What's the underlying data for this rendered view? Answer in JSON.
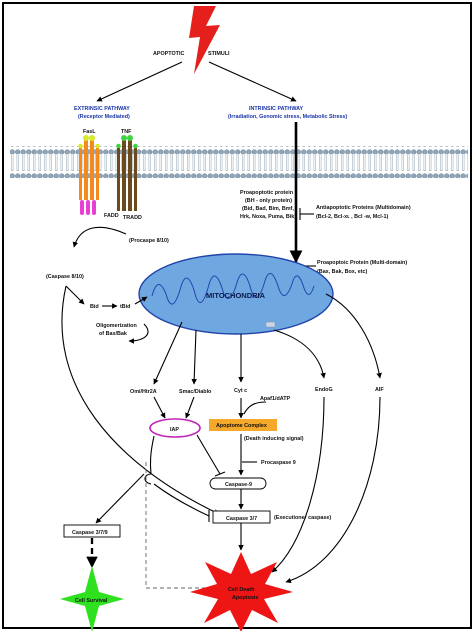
{
  "labels": {
    "apoptotic": "APOPTOTIC",
    "stimuli": "STIMULI",
    "extrinsic_title": "EXTRINSIC PATHWAY",
    "extrinsic_sub": "(Receptor Mediated)",
    "intrinsic_title": "INTRINSIC PATHWAY",
    "intrinsic_sub": "(Irradiation, Genomic stress, Metabolic Stress)",
    "fasl": "FasL",
    "tnf": "TNF",
    "fadd": "FADD",
    "tradd": "TRADD",
    "procaspase_8_10": "(Procaspe 8/10)",
    "caspase_8_10": "(Caspase 8/10)",
    "bid": "Bid",
    "tbid": "tBid",
    "oligomerization_1": "Oligomerization",
    "oligomerization_2": "of Bax/Bak",
    "proapoptotic_1": "Proapoptotic protein",
    "proapoptotic_2": "(BH - only protein)",
    "proapoptotic_3": "(Bid, Bad, Bim, Bmf,",
    "proapoptotic_4": "Hrk, Noxa, Puma, Bik)",
    "antiapoptotic_1": "Antiapoptotic Proteins (Multidomain)",
    "antiapoptotic_2": "(Bcl-2, Bcl-xʟ , Bcl -w, Mcl-1)",
    "proapoptotic_multi_1": "Proapoptoic Protein (Multi-domain)",
    "proapoptotic_multi_2": "(Bax, Bak, Box, etc)",
    "mitochondria": "MITOCHONDRIA",
    "omi": "Omi/Htr2A",
    "smac": "Smac/Diablo",
    "cytc": "Cyt c",
    "apaf": "Apaf1/dATP",
    "endog": "EndoG",
    "aif": "AIF",
    "iap": "IAP",
    "apoptome": "Apoptome Complex",
    "death_signal": "(Death inducing signal)",
    "procaspase_9": "Procaspase 9",
    "caspase_9": "Caspase-9",
    "caspase_37": "Caspase 3/7",
    "executioner": "(Executioner caspase)",
    "caspase_379": "Caspase 3/7/9",
    "cell_survival": "Cell Survival",
    "cell_death": "Cell Death",
    "apoptosis": "Apoptosis"
  },
  "colors": {
    "lightning": "#e5201c",
    "pathway_text": "#1a35a8",
    "membrane_head": "#8fa6ba",
    "fas_receptor": "#f28a1e",
    "fas_tip": "#d8e82a",
    "fadd_domain": "#e83fd4",
    "tnf_receptor": "#6b4a1e",
    "tnf_tip": "#3fd43f",
    "mitochondria_fill": "#6fa8e0",
    "mitochondria_stroke": "#2244aa",
    "apoptome_fill": "#f4a92a",
    "iap_stroke": "#c026b8",
    "cell_survival": "#2fe01f",
    "cell_death": "#ee1515"
  }
}
